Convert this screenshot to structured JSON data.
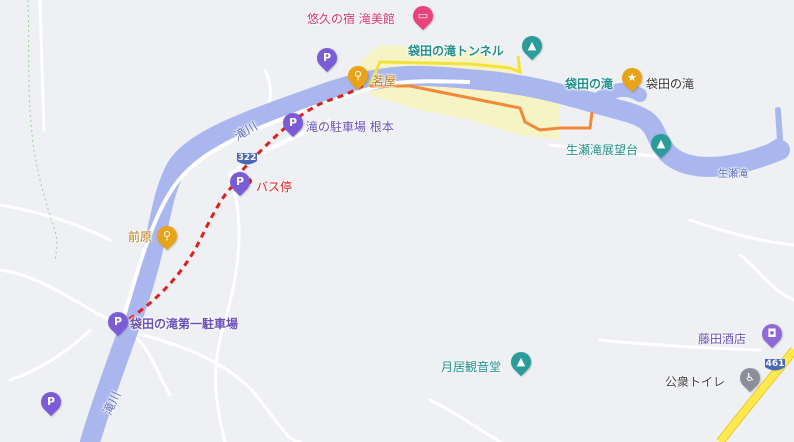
{
  "colors": {
    "background": "#eef0f3",
    "river": "#aab7ef",
    "road_minor": "#ffffff",
    "road_major": "#ffe94d",
    "trail_dashed": "#e01e1e",
    "route_yellow": "#f2e23a",
    "route_orange": "#f08a3a",
    "parking_pin": "#7c5cd6",
    "restaurant_pin": "#e8a317",
    "attraction_pin": "#2a9d9a",
    "lodging_pin": "#e8437b",
    "shopping_pin": "#8e6ad8",
    "highlight_area": "#f6f4c4"
  },
  "places": {
    "yukyu_no_yado": {
      "label": "悠久の宿 滝美館",
      "icon": "hotel-icon"
    },
    "tunnel": {
      "label": "袋田の滝トンネル",
      "icon": "attraction-icon"
    },
    "waterfall_main": {
      "label": "袋田の滝",
      "icon": "star-icon"
    },
    "waterfall_secondary": {
      "label": "袋田の滝"
    },
    "observatory": {
      "label": "生瀬滝展望台",
      "icon": "attraction-icon"
    },
    "restaurant_top": {
      "label": "茗屋",
      "icon": "restaurant-icon"
    },
    "parking_nemoto": {
      "label": "滝の駐車場 根本",
      "icon": "parking-icon"
    },
    "bus_stop": {
      "label": "バス停"
    },
    "maehara": {
      "label": "前原",
      "icon": "restaurant-icon"
    },
    "parking_first": {
      "label": "袋田の滝第一駐車場",
      "icon": "parking-icon"
    },
    "tsukii_kannon": {
      "label": "月居観音堂",
      "icon": "attraction-icon"
    },
    "fujita_saketen": {
      "label": "藤田酒店",
      "icon": "shopping-icon"
    },
    "public_toilet": {
      "label": "公衆トイレ",
      "icon": "toilet-icon"
    },
    "parking_upper": {
      "icon": "parking-icon"
    },
    "parking_lower": {
      "icon": "parking-icon"
    }
  },
  "rivers": {
    "takigawa_1": "滝川",
    "takigawa_2": "滝川",
    "namase_taki": "生瀬滝"
  },
  "roads": {
    "route_322": "322",
    "route_461": "461"
  }
}
